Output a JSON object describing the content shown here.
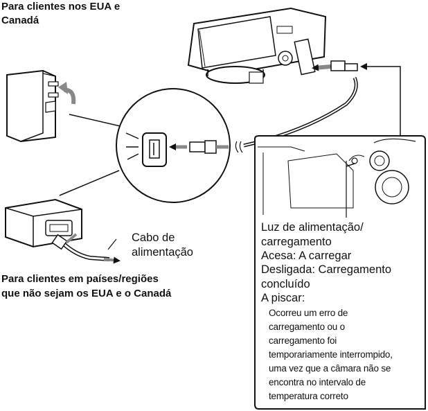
{
  "headings": {
    "us_canada": "Para clientes nos EUA e\nCanadá",
    "other_regions": "Para clientes em países/regiões\nque não sejam os EUA e o Canadá"
  },
  "labels": {
    "power_cable": "Cabo de\nalimentação"
  },
  "indicator_info": {
    "title": "Luz de alimentação/\ncarregamento",
    "lit": "Acesa: A carregar",
    "off": "Desligada: Carregamento\nconcluído",
    "blinking": "A piscar:",
    "blinking_detail": "Ocorreu um erro de\ncarregamento ou o\ncarregamento foi\ntemporariamente interrompido,\numa vez que a câmara não se\nencontra no intervalo de\ntemperatura correto"
  },
  "icons": [
    "camera-illustration",
    "usb-plug-icon",
    "wall-plug-icon",
    "rotate-arrow-icon"
  ]
}
